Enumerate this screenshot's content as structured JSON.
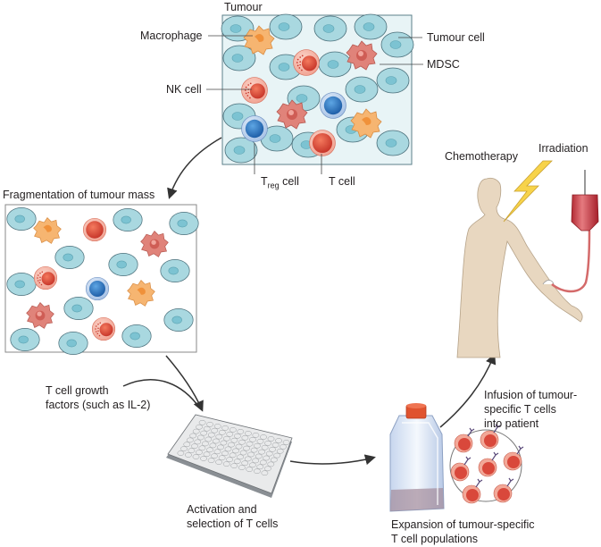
{
  "tumour": {
    "title": "Tumour",
    "labels": {
      "macrophage": "Macrophage",
      "nk_cell": "NK cell",
      "tumour_cell": "Tumour cell",
      "mdsc": "MDSC",
      "treg_prefix": "T",
      "treg_sub": "reg",
      "treg_suffix": " cell",
      "t_cell": "T cell"
    }
  },
  "fragmentation": {
    "title": "Fragmentation of tumour mass"
  },
  "growth_factors": {
    "line1": "T cell growth",
    "line2": "factors (such as IL-2)"
  },
  "activation": {
    "line1": "Activation and",
    "line2": "selection of T cells"
  },
  "expansion": {
    "line1": "Expansion of tumour-specific",
    "line2": "T cell populations"
  },
  "infusion": {
    "line1": "Infusion of tumour-",
    "line2": "specific T cells",
    "line3": "into patient"
  },
  "patient": {
    "chemotherapy": "Chemotherapy",
    "irradiation": "Irradiation"
  },
  "colors": {
    "tumour_cell": "#a9d8e0",
    "tumour_nucleus": "#7cc3d2",
    "macrophage": "#f6b571",
    "mdsc": "#e0837a",
    "nk_cell": "#e8553a",
    "t_cell": "#d9483b",
    "treg": "#3a7cc4",
    "body": "#e8d7c0",
    "blood_bag": "#c8323a",
    "flask_cap": "#e0532f",
    "lightning": "#f7d34a"
  }
}
